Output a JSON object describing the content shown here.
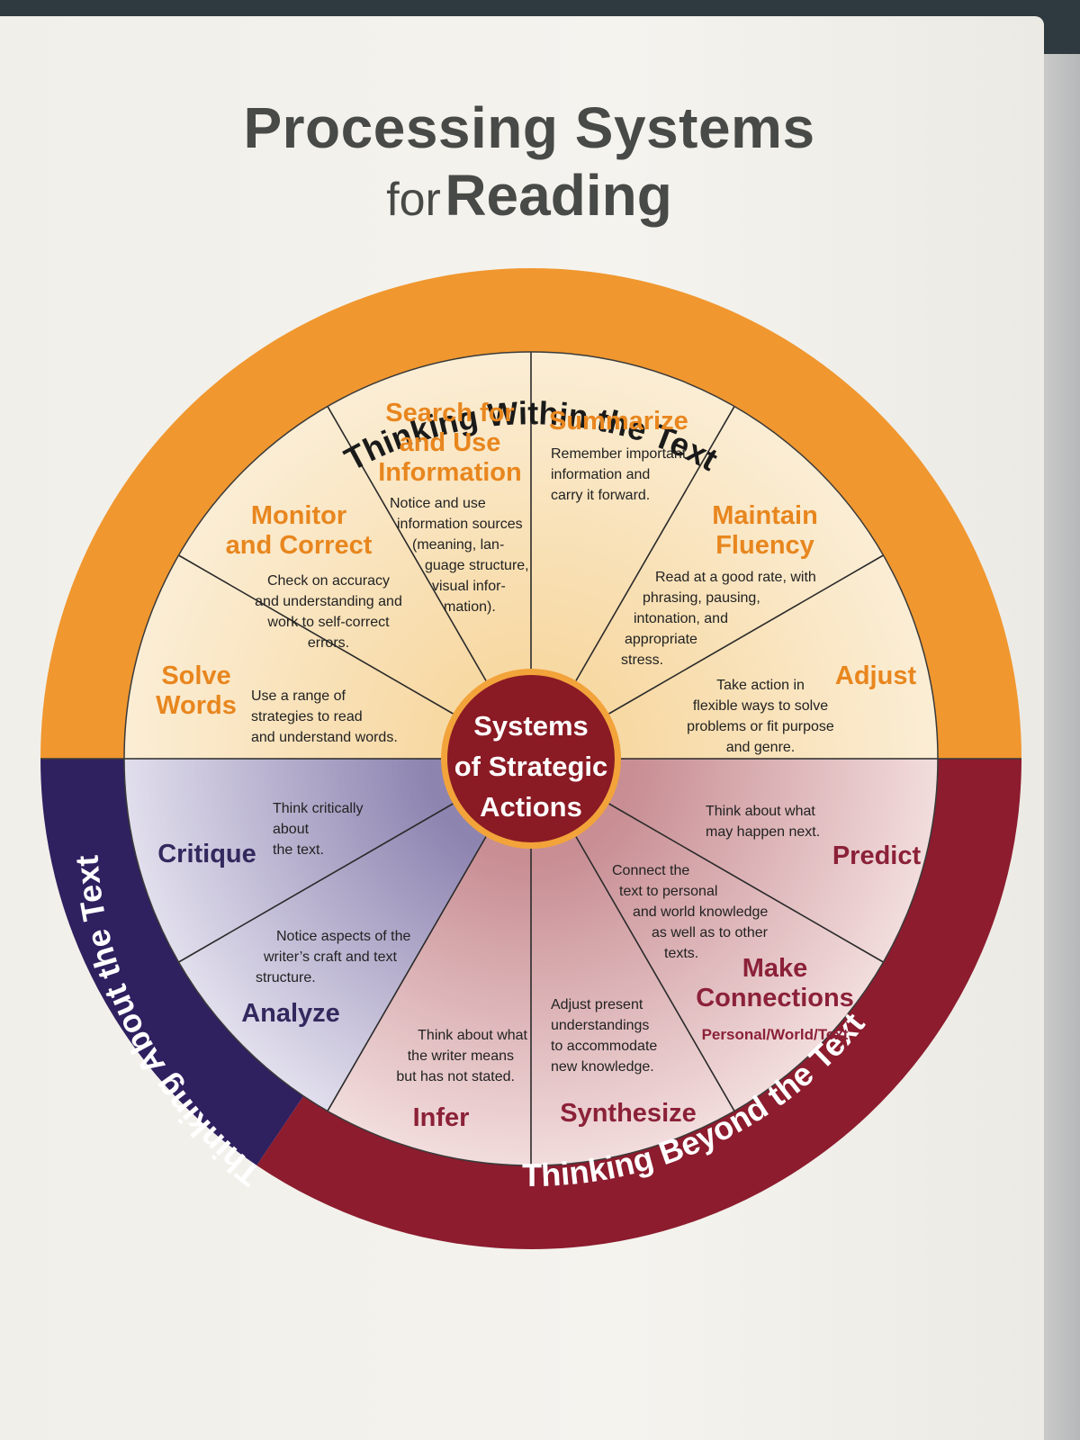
{
  "title": {
    "line1": "Processing Systems",
    "for_word": "for",
    "line2_bold": "Reading"
  },
  "center": {
    "line1": "Systems",
    "line2": "of Strategic",
    "line3": "Actions"
  },
  "rings": {
    "within": "Thinking Within the Text",
    "beyond": "Thinking Beyond the Text",
    "about": "Thinking About the Text"
  },
  "colors": {
    "within_ring": "#f0972f",
    "within_title": "#e8861e",
    "beyond_ring": "#8c1c2e",
    "beyond_title": "#8b2138",
    "about_ring": "#2f2060",
    "about_title": "#33295e",
    "center": "#8a1a24"
  },
  "segments": {
    "solve_words": {
      "title": [
        "Solve",
        "Words"
      ],
      "desc": [
        "Use a range of",
        "strategies to read",
        "and understand words."
      ]
    },
    "monitor": {
      "title": [
        "Monitor",
        "and Correct"
      ],
      "desc": [
        "Check on accuracy",
        "and understanding and",
        "work to self-correct",
        "errors."
      ]
    },
    "search": {
      "title": [
        "Search for",
        "and Use",
        "Information"
      ],
      "desc": [
        "Notice and use",
        "information sources",
        "(meaning, lan-",
        "guage structure,",
        "visual infor-",
        "mation)."
      ]
    },
    "summarize": {
      "title": [
        "Summarize"
      ],
      "desc": [
        "Remember important",
        "information and",
        "carry it forward."
      ]
    },
    "fluency": {
      "title": [
        "Maintain",
        "Fluency"
      ],
      "desc": [
        "Read at a good rate, with",
        "phrasing, pausing,",
        "intonation, and",
        "appropriate",
        "stress."
      ]
    },
    "adjust": {
      "title": [
        "Adjust"
      ],
      "desc": [
        "Take action in",
        "flexible ways to solve",
        "problems or fit purpose",
        "and genre."
      ]
    },
    "predict": {
      "title": [
        "Predict"
      ],
      "desc": [
        "Think about what",
        "may happen next."
      ]
    },
    "connections": {
      "title": [
        "Make",
        "Connections"
      ],
      "sub": "Personal/World/Text",
      "desc": [
        "Connect the",
        "text to personal",
        "and world knowledge",
        "as well as to other",
        "texts."
      ]
    },
    "synthesize": {
      "title": [
        "Synthesize"
      ],
      "desc": [
        "Adjust present",
        "understandings",
        "to accommodate",
        "new knowledge."
      ]
    },
    "infer": {
      "title": [
        "Infer"
      ],
      "desc": [
        "Think about what",
        "the writer means",
        "but has not stated."
      ]
    },
    "analyze": {
      "title": [
        "Analyze"
      ],
      "desc": [
        "Notice aspects of the",
        "writer’s craft and text",
        "structure."
      ]
    },
    "critique": {
      "title": [
        "Critique"
      ],
      "desc": [
        "Think critically",
        "about",
        "the text."
      ]
    }
  }
}
